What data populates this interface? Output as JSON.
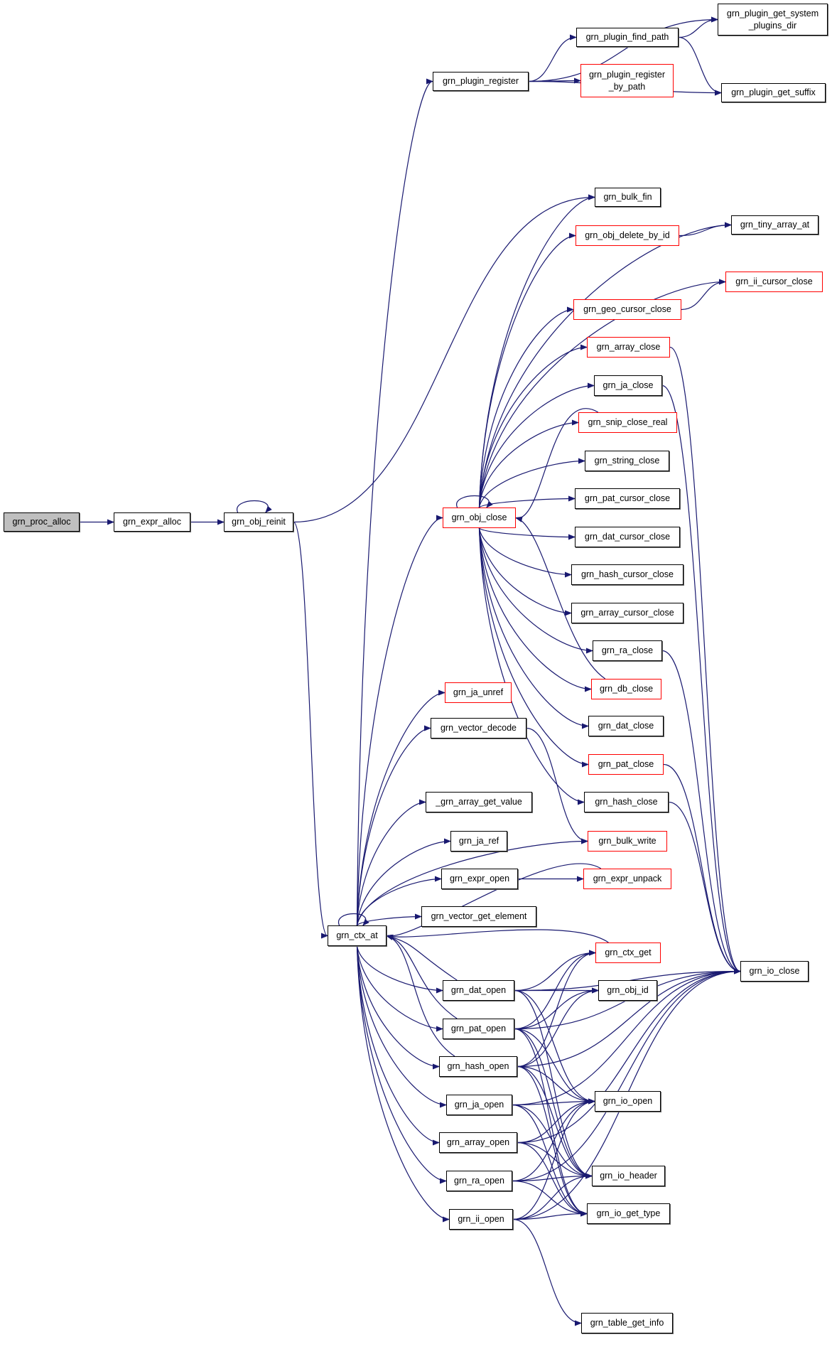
{
  "title": "Call graph for grn_proc_alloc",
  "colors": {
    "edge": "#191970",
    "node_border": "#000000",
    "node_border_undocumented": "#ff0000",
    "root_fill": "#bfbfbf"
  },
  "nodes": [
    {
      "id": "grn_proc_alloc",
      "label": "grn_proc_alloc",
      "style": "root"
    },
    {
      "id": "grn_expr_alloc",
      "label": "grn_expr_alloc",
      "style": "normal"
    },
    {
      "id": "grn_obj_reinit",
      "label": "grn_obj_reinit",
      "style": "normal"
    },
    {
      "id": "grn_plugin_register",
      "label": "grn_plugin_register",
      "style": "normal"
    },
    {
      "id": "grn_plugin_find_path",
      "label": "grn_plugin_find_path",
      "style": "normal"
    },
    {
      "id": "grn_plugin_get_system_plugins_dir",
      "label": "grn_plugin_get_system\n_plugins_dir",
      "style": "normal"
    },
    {
      "id": "grn_plugin_register_by_path",
      "label": "grn_plugin_register\n_by_path",
      "style": "red"
    },
    {
      "id": "grn_plugin_get_suffix",
      "label": "grn_plugin_get_suffix",
      "style": "normal"
    },
    {
      "id": "grn_bulk_fin",
      "label": "grn_bulk_fin",
      "style": "normal"
    },
    {
      "id": "grn_tiny_array_at",
      "label": "grn_tiny_array_at",
      "style": "normal"
    },
    {
      "id": "grn_obj_delete_by_id",
      "label": "grn_obj_delete_by_id",
      "style": "red"
    },
    {
      "id": "grn_ii_cursor_close",
      "label": "grn_ii_cursor_close",
      "style": "red"
    },
    {
      "id": "grn_geo_cursor_close",
      "label": "grn_geo_cursor_close",
      "style": "red"
    },
    {
      "id": "grn_array_close",
      "label": "grn_array_close",
      "style": "red"
    },
    {
      "id": "grn_ja_close",
      "label": "grn_ja_close",
      "style": "normal"
    },
    {
      "id": "grn_snip_close_real",
      "label": "grn_snip_close_real",
      "style": "red"
    },
    {
      "id": "grn_string_close",
      "label": "grn_string_close",
      "style": "normal"
    },
    {
      "id": "grn_obj_close",
      "label": "grn_obj_close",
      "style": "red"
    },
    {
      "id": "grn_pat_cursor_close",
      "label": "grn_pat_cursor_close",
      "style": "normal"
    },
    {
      "id": "grn_dat_cursor_close",
      "label": "grn_dat_cursor_close",
      "style": "normal"
    },
    {
      "id": "grn_hash_cursor_close",
      "label": "grn_hash_cursor_close",
      "style": "normal"
    },
    {
      "id": "grn_array_cursor_close",
      "label": "grn_array_cursor_close",
      "style": "normal"
    },
    {
      "id": "grn_ra_close",
      "label": "grn_ra_close",
      "style": "normal"
    },
    {
      "id": "grn_ja_unref",
      "label": "grn_ja_unref",
      "style": "red"
    },
    {
      "id": "grn_db_close",
      "label": "grn_db_close",
      "style": "red"
    },
    {
      "id": "grn_vector_decode",
      "label": "grn_vector_decode",
      "style": "normal"
    },
    {
      "id": "grn_dat_close",
      "label": "grn_dat_close",
      "style": "normal"
    },
    {
      "id": "grn_pat_close",
      "label": "grn_pat_close",
      "style": "red"
    },
    {
      "id": "_grn_array_get_value",
      "label": "_grn_array_get_value",
      "style": "normal"
    },
    {
      "id": "grn_hash_close",
      "label": "grn_hash_close",
      "style": "normal"
    },
    {
      "id": "grn_ja_ref",
      "label": "grn_ja_ref",
      "style": "normal"
    },
    {
      "id": "grn_bulk_write",
      "label": "grn_bulk_write",
      "style": "red"
    },
    {
      "id": "grn_expr_open",
      "label": "grn_expr_open",
      "style": "normal"
    },
    {
      "id": "grn_expr_unpack",
      "label": "grn_expr_unpack",
      "style": "red"
    },
    {
      "id": "grn_vector_get_element",
      "label": "grn_vector_get_element",
      "style": "normal"
    },
    {
      "id": "grn_ctx_at",
      "label": "grn_ctx_at",
      "style": "normal"
    },
    {
      "id": "grn_ctx_get",
      "label": "grn_ctx_get",
      "style": "red"
    },
    {
      "id": "grn_io_close",
      "label": "grn_io_close",
      "style": "normal"
    },
    {
      "id": "grn_dat_open",
      "label": "grn_dat_open",
      "style": "normal"
    },
    {
      "id": "grn_obj_id",
      "label": "grn_obj_id",
      "style": "normal"
    },
    {
      "id": "grn_pat_open",
      "label": "grn_pat_open",
      "style": "normal"
    },
    {
      "id": "grn_hash_open",
      "label": "grn_hash_open",
      "style": "normal"
    },
    {
      "id": "grn_ja_open",
      "label": "grn_ja_open",
      "style": "normal"
    },
    {
      "id": "grn_io_open",
      "label": "grn_io_open",
      "style": "normal"
    },
    {
      "id": "grn_array_open",
      "label": "grn_array_open",
      "style": "normal"
    },
    {
      "id": "grn_io_header",
      "label": "grn_io_header",
      "style": "normal"
    },
    {
      "id": "grn_ra_open",
      "label": "grn_ra_open",
      "style": "normal"
    },
    {
      "id": "grn_ii_open",
      "label": "grn_ii_open",
      "style": "normal"
    },
    {
      "id": "grn_io_get_type",
      "label": "grn_io_get_type",
      "style": "normal"
    },
    {
      "id": "grn_table_get_info",
      "label": "grn_table_get_info",
      "style": "normal"
    }
  ],
  "edges": [
    [
      "grn_proc_alloc",
      "grn_expr_alloc"
    ],
    [
      "grn_expr_alloc",
      "grn_obj_reinit"
    ],
    [
      "grn_obj_reinit",
      "grn_obj_reinit"
    ],
    [
      "grn_obj_reinit",
      "grn_bulk_fin"
    ],
    [
      "grn_obj_reinit",
      "grn_ctx_at"
    ],
    [
      "grn_plugin_register",
      "grn_plugin_get_system_plugins_dir"
    ],
    [
      "grn_plugin_register",
      "grn_plugin_find_path"
    ],
    [
      "grn_plugin_register",
      "grn_plugin_register_by_path"
    ],
    [
      "grn_plugin_register",
      "grn_plugin_get_suffix"
    ],
    [
      "grn_plugin_find_path",
      "grn_plugin_get_system_plugins_dir"
    ],
    [
      "grn_plugin_find_path",
      "grn_plugin_get_suffix"
    ],
    [
      "grn_ctx_at",
      "grn_plugin_register"
    ],
    [
      "grn_ctx_at",
      "grn_obj_close"
    ],
    [
      "grn_ctx_at",
      "grn_ctx_at"
    ],
    [
      "grn_ctx_at",
      "grn_ja_unref"
    ],
    [
      "grn_ctx_at",
      "grn_vector_decode"
    ],
    [
      "grn_ctx_at",
      "_grn_array_get_value"
    ],
    [
      "grn_ctx_at",
      "grn_ja_ref"
    ],
    [
      "grn_ctx_at",
      "grn_expr_open"
    ],
    [
      "grn_ctx_at",
      "grn_vector_get_element"
    ],
    [
      "grn_ctx_at",
      "grn_dat_open"
    ],
    [
      "grn_ctx_at",
      "grn_pat_open"
    ],
    [
      "grn_ctx_at",
      "grn_hash_open"
    ],
    [
      "grn_ctx_at",
      "grn_ja_open"
    ],
    [
      "grn_ctx_at",
      "grn_array_open"
    ],
    [
      "grn_ctx_at",
      "grn_ra_open"
    ],
    [
      "grn_ctx_at",
      "grn_ii_open"
    ],
    [
      "grn_ctx_at",
      "grn_bulk_write"
    ],
    [
      "grn_obj_close",
      "grn_obj_close"
    ],
    [
      "grn_obj_close",
      "grn_bulk_fin"
    ],
    [
      "grn_obj_close",
      "grn_tiny_array_at"
    ],
    [
      "grn_obj_close",
      "grn_obj_delete_by_id"
    ],
    [
      "grn_obj_close",
      "grn_ii_cursor_close"
    ],
    [
      "grn_obj_close",
      "grn_geo_cursor_close"
    ],
    [
      "grn_obj_close",
      "grn_array_close"
    ],
    [
      "grn_obj_close",
      "grn_ja_close"
    ],
    [
      "grn_obj_close",
      "grn_snip_close_real"
    ],
    [
      "grn_obj_close",
      "grn_string_close"
    ],
    [
      "grn_obj_close",
      "grn_pat_cursor_close"
    ],
    [
      "grn_obj_close",
      "grn_dat_cursor_close"
    ],
    [
      "grn_obj_close",
      "grn_hash_cursor_close"
    ],
    [
      "grn_obj_close",
      "grn_array_cursor_close"
    ],
    [
      "grn_obj_close",
      "grn_ra_close"
    ],
    [
      "grn_obj_close",
      "grn_db_close"
    ],
    [
      "grn_obj_close",
      "grn_dat_close"
    ],
    [
      "grn_obj_close",
      "grn_pat_close"
    ],
    [
      "grn_obj_close",
      "grn_hash_close"
    ],
    [
      "grn_obj_delete_by_id",
      "grn_tiny_array_at"
    ],
    [
      "grn_geo_cursor_close",
      "grn_ii_cursor_close"
    ],
    [
      "grn_snip_close_real",
      "grn_obj_close"
    ],
    [
      "grn_db_close",
      "grn_obj_close"
    ],
    [
      "grn_array_close",
      "grn_io_close"
    ],
    [
      "grn_ja_close",
      "grn_io_close"
    ],
    [
      "grn_ra_close",
      "grn_io_close"
    ],
    [
      "grn_pat_close",
      "grn_io_close"
    ],
    [
      "grn_hash_close",
      "grn_io_close"
    ],
    [
      "grn_vector_decode",
      "grn_bulk_write"
    ],
    [
      "grn_expr_open",
      "grn_expr_unpack"
    ],
    [
      "grn_expr_unpack",
      "grn_ctx_at"
    ],
    [
      "grn_ctx_get",
      "grn_ctx_at"
    ],
    [
      "grn_dat_open",
      "grn_ctx_at"
    ],
    [
      "grn_dat_open",
      "grn_ctx_get"
    ],
    [
      "grn_dat_open",
      "grn_obj_id"
    ],
    [
      "grn_dat_open",
      "grn_io_close"
    ],
    [
      "grn_dat_open",
      "grn_io_open"
    ],
    [
      "grn_dat_open",
      "grn_io_header"
    ],
    [
      "grn_pat_open",
      "grn_ctx_at"
    ],
    [
      "grn_pat_open",
      "grn_ctx_get"
    ],
    [
      "grn_pat_open",
      "grn_obj_id"
    ],
    [
      "grn_pat_open",
      "grn_io_close"
    ],
    [
      "grn_pat_open",
      "grn_io_open"
    ],
    [
      "grn_pat_open",
      "grn_io_header"
    ],
    [
      "grn_pat_open",
      "grn_io_get_type"
    ],
    [
      "grn_hash_open",
      "grn_ctx_at"
    ],
    [
      "grn_hash_open",
      "grn_ctx_get"
    ],
    [
      "grn_hash_open",
      "grn_obj_id"
    ],
    [
      "grn_hash_open",
      "grn_io_close"
    ],
    [
      "grn_hash_open",
      "grn_io_open"
    ],
    [
      "grn_hash_open",
      "grn_io_header"
    ],
    [
      "grn_hash_open",
      "grn_io_get_type"
    ],
    [
      "grn_ja_open",
      "grn_io_open"
    ],
    [
      "grn_ja_open",
      "grn_io_close"
    ],
    [
      "grn_ja_open",
      "grn_io_header"
    ],
    [
      "grn_ja_open",
      "grn_io_get_type"
    ],
    [
      "grn_array_open",
      "grn_io_open"
    ],
    [
      "grn_array_open",
      "grn_io_header"
    ],
    [
      "grn_array_open",
      "grn_io_get_type"
    ],
    [
      "grn_array_open",
      "grn_io_close"
    ],
    [
      "grn_ra_open",
      "grn_io_open"
    ],
    [
      "grn_ra_open",
      "grn_io_header"
    ],
    [
      "grn_ra_open",
      "grn_io_get_type"
    ],
    [
      "grn_ra_open",
      "grn_io_close"
    ],
    [
      "grn_ii_open",
      "grn_io_open"
    ],
    [
      "grn_ii_open",
      "grn_io_header"
    ],
    [
      "grn_ii_open",
      "grn_io_get_type"
    ],
    [
      "grn_ii_open",
      "grn_table_get_info"
    ],
    [
      "grn_ii_open",
      "grn_io_close"
    ]
  ]
}
